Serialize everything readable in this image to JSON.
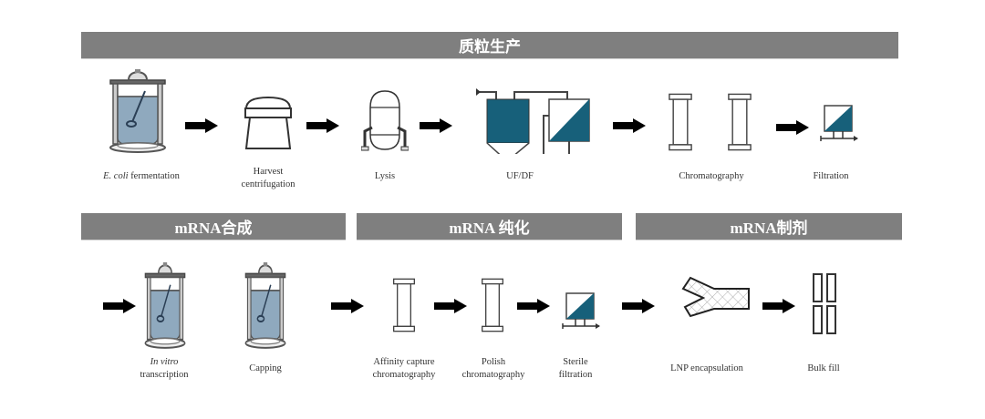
{
  "sections": {
    "plasmid": {
      "title": "质粒生产"
    },
    "synthesis": {
      "title": "mRNA合成"
    },
    "purification": {
      "title": "mRNA 纯化"
    },
    "formulation": {
      "title": "mRNA制剂"
    }
  },
  "steps": {
    "ecoli": {
      "italic": "E. coli",
      "text": " fermentation",
      "icon": "fermenter-icon"
    },
    "harvest": {
      "line1": "Harvest",
      "line2": "centrifugation",
      "icon": "centrifuge-icon"
    },
    "lysis": {
      "text": "Lysis",
      "icon": "lysis-vessel-icon"
    },
    "ufdf": {
      "text": "UF/DF",
      "icon": "ufdf-system-icon"
    },
    "chrom": {
      "text": "Chromatography",
      "icon": "chromatography-column-icon"
    },
    "filtration": {
      "text": "Filtration",
      "icon": "filter-icon"
    },
    "ivt": {
      "italic": "In vitro",
      "line2": "transcription",
      "icon": "bioreactor-icon"
    },
    "capping": {
      "text": "Capping",
      "icon": "bioreactor-icon"
    },
    "affinity": {
      "line1": "Affinity capture",
      "line2": "chromatography",
      "icon": "chromatography-column-icon"
    },
    "polish": {
      "line1": "Polish",
      "line2": "chromatography",
      "icon": "chromatography-column-icon"
    },
    "sterile": {
      "line1": "Sterile",
      "line2": "filtration",
      "icon": "filter-icon"
    },
    "lnp": {
      "text": "LNP encapsulation",
      "icon": "mixer-y-icon"
    },
    "bulk": {
      "text": "Bulk fill",
      "icon": "vials-icon"
    }
  },
  "colors": {
    "header": "#7f7f7f",
    "teal": "#17607a",
    "liquid": "#8fa9be",
    "outline": "#555555"
  }
}
